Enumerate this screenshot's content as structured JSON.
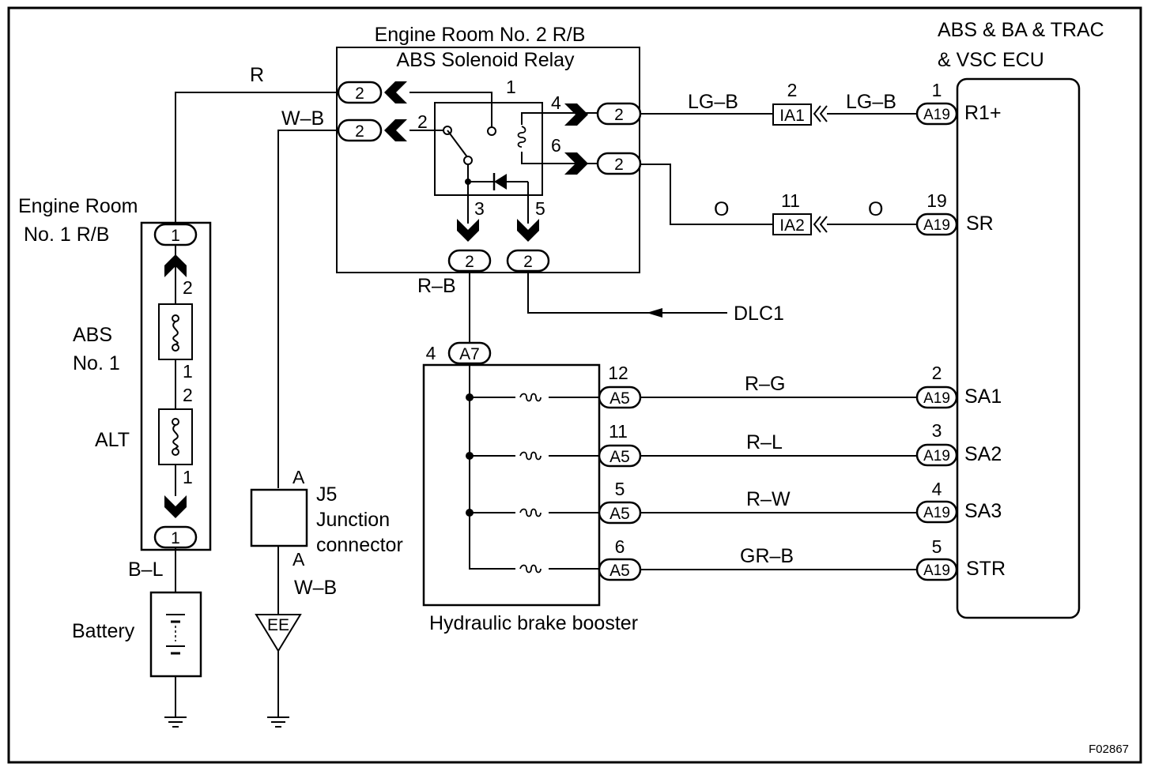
{
  "figure_id": "F02867",
  "components": {
    "r_b_no2": {
      "title": "Engine Room No. 2 R/B",
      "relay": "ABS Solenoid Relay"
    },
    "r_b_no1": {
      "line1": "Engine  Room",
      "line2": "No. 1 R/B"
    },
    "ecu": {
      "line1": "ABS & BA & TRAC",
      "line2": "& VSC ECU"
    },
    "fuse_abs": {
      "line1": "ABS",
      "line2": "No. 1"
    },
    "fuse_alt": "ALT",
    "battery": "Battery",
    "junction": {
      "id": "J5",
      "line1": "Junction",
      "line2": "connector",
      "term_top": "A",
      "term_bottom": "A"
    },
    "booster": "Hydraulic brake booster",
    "ground_ee": "EE",
    "dlc": "DLC1"
  },
  "wires": {
    "r": "R",
    "wb": "W–B",
    "wb_lower": "W–B",
    "bl": "B–L",
    "rb": "R–B",
    "lgb1": "LG–B",
    "lgb2": "LG–B",
    "o1": "O",
    "o2": "O",
    "rg": "R–G",
    "rl": "R–L",
    "rw": "R–W",
    "grb": "GR–B"
  },
  "connectors": {
    "relay_box": "2",
    "rb1": "1",
    "ia1": "IA1",
    "ia2": "IA2",
    "a19": "A19",
    "a7": "A7",
    "a5": "A5"
  },
  "pins": {
    "relay_1": "1",
    "relay_2": "2",
    "relay_3": "3",
    "relay_4": "4",
    "relay_5": "5",
    "relay_6": "6",
    "rb1_top": "2",
    "abs_bottom": "1",
    "alt_top": "2",
    "alt_bottom": "1",
    "ia1": "2",
    "ia2": "11",
    "ecu_r1": "1",
    "ecu_sr": "19",
    "ecu_sa1": "2",
    "ecu_sa2": "3",
    "ecu_sa3": "4",
    "ecu_str": "5",
    "a7": "4",
    "a5_1": "12",
    "a5_2": "11",
    "a5_3": "5",
    "a5_4": "6"
  },
  "ecu_terminals": {
    "r1": "R1+",
    "sr": "SR",
    "sa1": "SA1",
    "sa2": "SA2",
    "sa3": "SA3",
    "str": "STR"
  }
}
